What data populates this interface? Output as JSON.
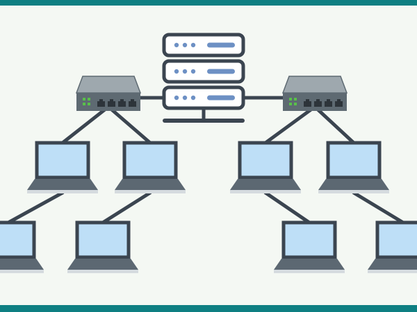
{
  "colors": {
    "frame": "#0E7F82",
    "background": "#F4F8F3",
    "outline": "#3B4550",
    "screen": "#BEDFF7",
    "server_body": "#FFFFFF",
    "server_bar": "#6D90C4",
    "switch_body": "#9EA8AE",
    "switch_front": "#5E6A72",
    "switch_port": "#2D343A",
    "switch_led": "#59C04A",
    "laptop_base": "#D5DBDF",
    "laptop_deck": "#5C6872",
    "cable": "#3B4550"
  },
  "diagram": {
    "server": {
      "units": 3,
      "icon": "server-rack-icon"
    },
    "switches": [
      {
        "id": "switch-left",
        "icon": "network-switch-icon",
        "ports": 4
      },
      {
        "id": "switch-right",
        "icon": "network-switch-icon",
        "ports": 4
      }
    ],
    "laptops": [
      {
        "id": "laptop-1",
        "icon": "laptop-icon"
      },
      {
        "id": "laptop-2",
        "icon": "laptop-icon"
      },
      {
        "id": "laptop-3",
        "icon": "laptop-icon"
      },
      {
        "id": "laptop-4",
        "icon": "laptop-icon"
      },
      {
        "id": "laptop-5",
        "icon": "laptop-icon"
      },
      {
        "id": "laptop-6",
        "icon": "laptop-icon"
      },
      {
        "id": "laptop-7",
        "icon": "laptop-icon"
      },
      {
        "id": "laptop-8",
        "icon": "laptop-icon"
      }
    ],
    "links": [
      [
        "switch-left",
        "server"
      ],
      [
        "server",
        "switch-right"
      ],
      [
        "switch-left",
        "laptop-1"
      ],
      [
        "switch-left",
        "laptop-2"
      ],
      [
        "switch-right",
        "laptop-3"
      ],
      [
        "switch-right",
        "laptop-4"
      ],
      [
        "laptop-1",
        "laptop-5"
      ],
      [
        "laptop-2",
        "laptop-6"
      ],
      [
        "laptop-3",
        "laptop-7"
      ],
      [
        "laptop-4",
        "laptop-8"
      ]
    ]
  }
}
